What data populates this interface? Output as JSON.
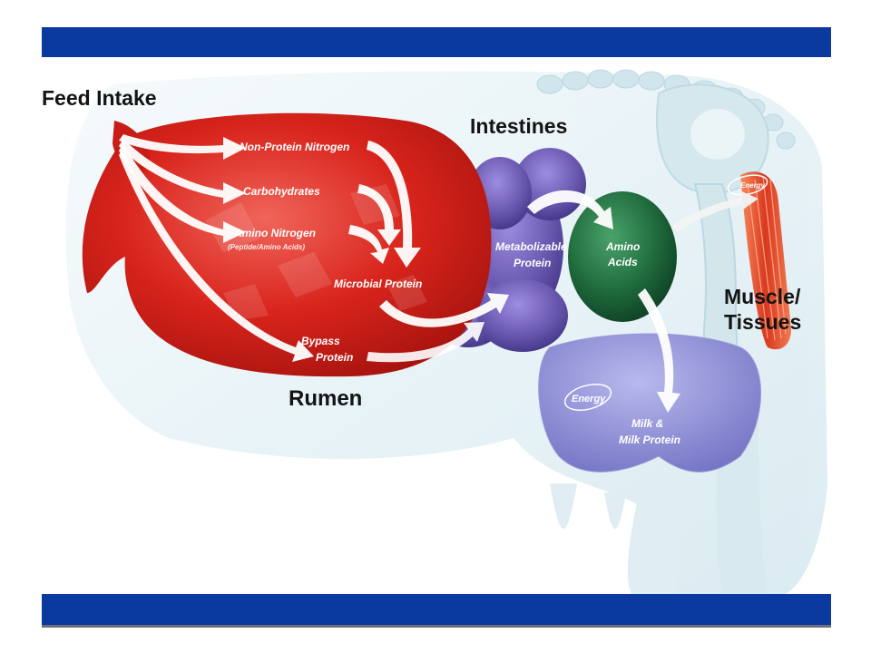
{
  "labels": {
    "feed_intake": "Feed Intake",
    "intestines": "Intestines",
    "rumen": "Rumen",
    "muscle": "Muscle/",
    "tissues": "Tissues",
    "non_protein_nitrogen": "Non-Protein Nitrogen",
    "carbohydrates": "Carbohydrates",
    "amino_nitrogen": "Amino Nitrogen",
    "amino_nitrogen_sub": "(Peptide/Amino Acids)",
    "microbial_protein": "Microbial Protein",
    "bypass": "Bypass",
    "bypass_protein": "Protein",
    "metabolizable": "Metabolizable",
    "metabolizable_protein": "Protein",
    "amino": "Amino",
    "acids": "Acids",
    "energy_tag": "Energy",
    "energy_muscle_tag": "Energy",
    "milk": "Milk &",
    "milk_protein": "Milk Protein"
  },
  "colors": {
    "header_bar": "#0a3aa0",
    "rumen": "#d8241c",
    "intestines": "#6a58b0",
    "amino_acids": "#1f6a3c",
    "udder": "#8f8fd6",
    "cow_body": "#eaf4f7",
    "muscle": "#e0522a"
  }
}
